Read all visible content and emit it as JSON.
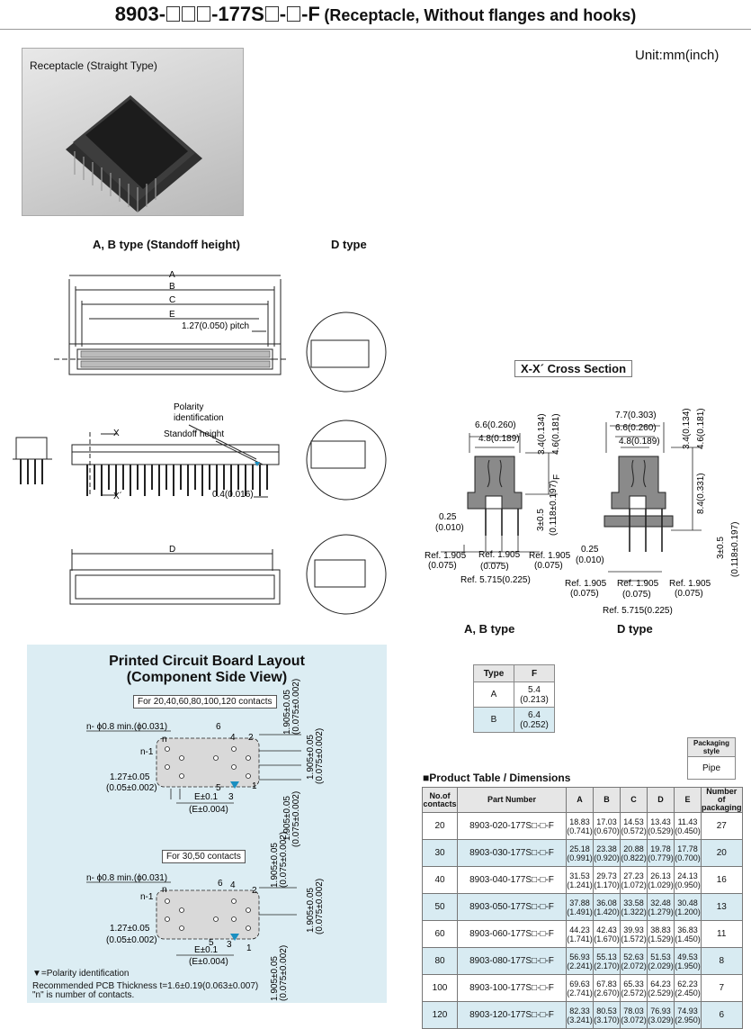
{
  "title": {
    "part_prefix": "8903-",
    "part_mid": "-177S",
    "part_end": "-F",
    "description": "(Receptacle, Without flanges and hooks)"
  },
  "unit": "Unit:mm(inch)",
  "photo_label": "Receptacle (Straight Type)",
  "labels": {
    "ab_type": "A, B type (Standoff height)",
    "d_type": "D type",
    "cross_section": "X-X´ Cross Section",
    "ab_type_bottom": "A, B type",
    "d_type_bottom": "D type"
  },
  "drawing_dims": {
    "A": "A",
    "B": "B",
    "C": "C",
    "E": "E",
    "D": "D",
    "pitch": "1.27(0.050) pitch",
    "polarity": "Polarity",
    "identification": "identification",
    "standoff": "Standoff height",
    "x": "X",
    "x2": "X´",
    "d04": "0.4(0.016)"
  },
  "cross_dims": {
    "w66": "6.6(0.260)",
    "w48": "4.8(0.189)",
    "h34": "3.4(0.134)",
    "h46": "4.6(0.181)",
    "w77": "7.7(0.303)",
    "F": "F",
    "h84": "8.4(0.331)",
    "p3": "3±0.5",
    "p3b": "(0.118±0.197)",
    "t025": "0.25",
    "t025b": "(0.010)",
    "ref1905": "Ref. 1.905",
    "ref1905b": "(0.075)",
    "ref5715": "Ref. 5.715(0.225)"
  },
  "f_table": {
    "headers": [
      "Type",
      "F"
    ],
    "rows": [
      [
        "A",
        "5.4",
        "(0.213)"
      ],
      [
        "B",
        "6.4",
        "(0.252)"
      ]
    ]
  },
  "packaging": {
    "header_1": "Packaging",
    "header_2": "style",
    "value": "Pipe"
  },
  "pcb": {
    "title_1": "Printed Circuit Board Layout",
    "title_2": "(Component Side View)",
    "box1": "For 20,40,60,80,100,120 contacts",
    "box2": "For 30,50 contacts",
    "hole": "n- ϕ0.8 min.(ϕ0.031)",
    "n1": "n-1",
    "n": "n",
    "p127": "1.27±0.05",
    "p127b": "(0.05±0.002)",
    "e": "E±0.1",
    "eb": "(E±0.004)",
    "v1905": "1.905±0.05",
    "v1905b": "(0.075±0.002)",
    "pins": [
      "6",
      "4",
      "2",
      "5",
      "3",
      "1"
    ],
    "pins2": [
      "6",
      "4",
      "2",
      "5",
      "3",
      "1"
    ],
    "polarity_note": "▼=Polarity identification",
    "thickness_note": "Recommended PCB Thickness  t=1.6±0.19(0.063±0.007)",
    "n_note": "\"n\" is number of contacts."
  },
  "product": {
    "title": "■Product Table / Dimensions",
    "headers": [
      "No.of contacts",
      "Part Number",
      "A",
      "B",
      "C",
      "D",
      "E",
      "Number of packaging"
    ],
    "rows": [
      {
        "n": "20",
        "pn": "8903-020-177S□-□-F",
        "A": "18.83",
        "Ai": "(0.741)",
        "B": "17.03",
        "Bi": "(0.670)",
        "C": "14.53",
        "Ci": "(0.572)",
        "D": "13.43",
        "Di": "(0.529)",
        "E": "11.43",
        "Ei": "(0.450)",
        "pk": "27"
      },
      {
        "n": "30",
        "pn": "8903-030-177S□-□-F",
        "A": "25.18",
        "Ai": "(0.991)",
        "B": "23.38",
        "Bi": "(0.920)",
        "C": "20.88",
        "Ci": "(0.822)",
        "D": "19.78",
        "Di": "(0.779)",
        "E": "17.78",
        "Ei": "(0.700)",
        "pk": "20"
      },
      {
        "n": "40",
        "pn": "8903-040-177S□-□-F",
        "A": "31.53",
        "Ai": "(1.241)",
        "B": "29.73",
        "Bi": "(1.170)",
        "C": "27.23",
        "Ci": "(1.072)",
        "D": "26.13",
        "Di": "(1.029)",
        "E": "24.13",
        "Ei": "(0.950)",
        "pk": "16"
      },
      {
        "n": "50",
        "pn": "8903-050-177S□-□-F",
        "A": "37.88",
        "Ai": "(1.491)",
        "B": "36.08",
        "Bi": "(1.420)",
        "C": "33.58",
        "Ci": "(1.322)",
        "D": "32.48",
        "Di": "(1.279)",
        "E": "30.48",
        "Ei": "(1.200)",
        "pk": "13"
      },
      {
        "n": "60",
        "pn": "8903-060-177S□-□-F",
        "A": "44.23",
        "Ai": "(1.741)",
        "B": "42.43",
        "Bi": "(1.670)",
        "C": "39.93",
        "Ci": "(1.572)",
        "D": "38.83",
        "Di": "(1.529)",
        "E": "36.83",
        "Ei": "(1.450)",
        "pk": "11"
      },
      {
        "n": "80",
        "pn": "8903-080-177S□-□-F",
        "A": "56.93",
        "Ai": "(2.241)",
        "B": "55.13",
        "Bi": "(2.170)",
        "C": "52.63",
        "Ci": "(2.072)",
        "D": "51.53",
        "Di": "(2.029)",
        "E": "49.53",
        "Ei": "(1.950)",
        "pk": "8"
      },
      {
        "n": "100",
        "pn": "8903-100-177S□-□-F",
        "A": "69.63",
        "Ai": "(2.741)",
        "B": "67.83",
        "Bi": "(2.670)",
        "C": "65.33",
        "Ci": "(2.572)",
        "D": "64.23",
        "Di": "(2.529)",
        "E": "62.23",
        "Ei": "(2.450)",
        "pk": "7"
      },
      {
        "n": "120",
        "pn": "8903-120-177S□-□-F",
        "A": "82.33",
        "Ai": "(3.241)",
        "B": "80.53",
        "Bi": "(3.170)",
        "C": "78.03",
        "Ci": "(3.072)",
        "D": "76.93",
        "Di": "(3.029)",
        "E": "74.93",
        "Ei": "(2.950)",
        "pk": "6"
      }
    ]
  }
}
